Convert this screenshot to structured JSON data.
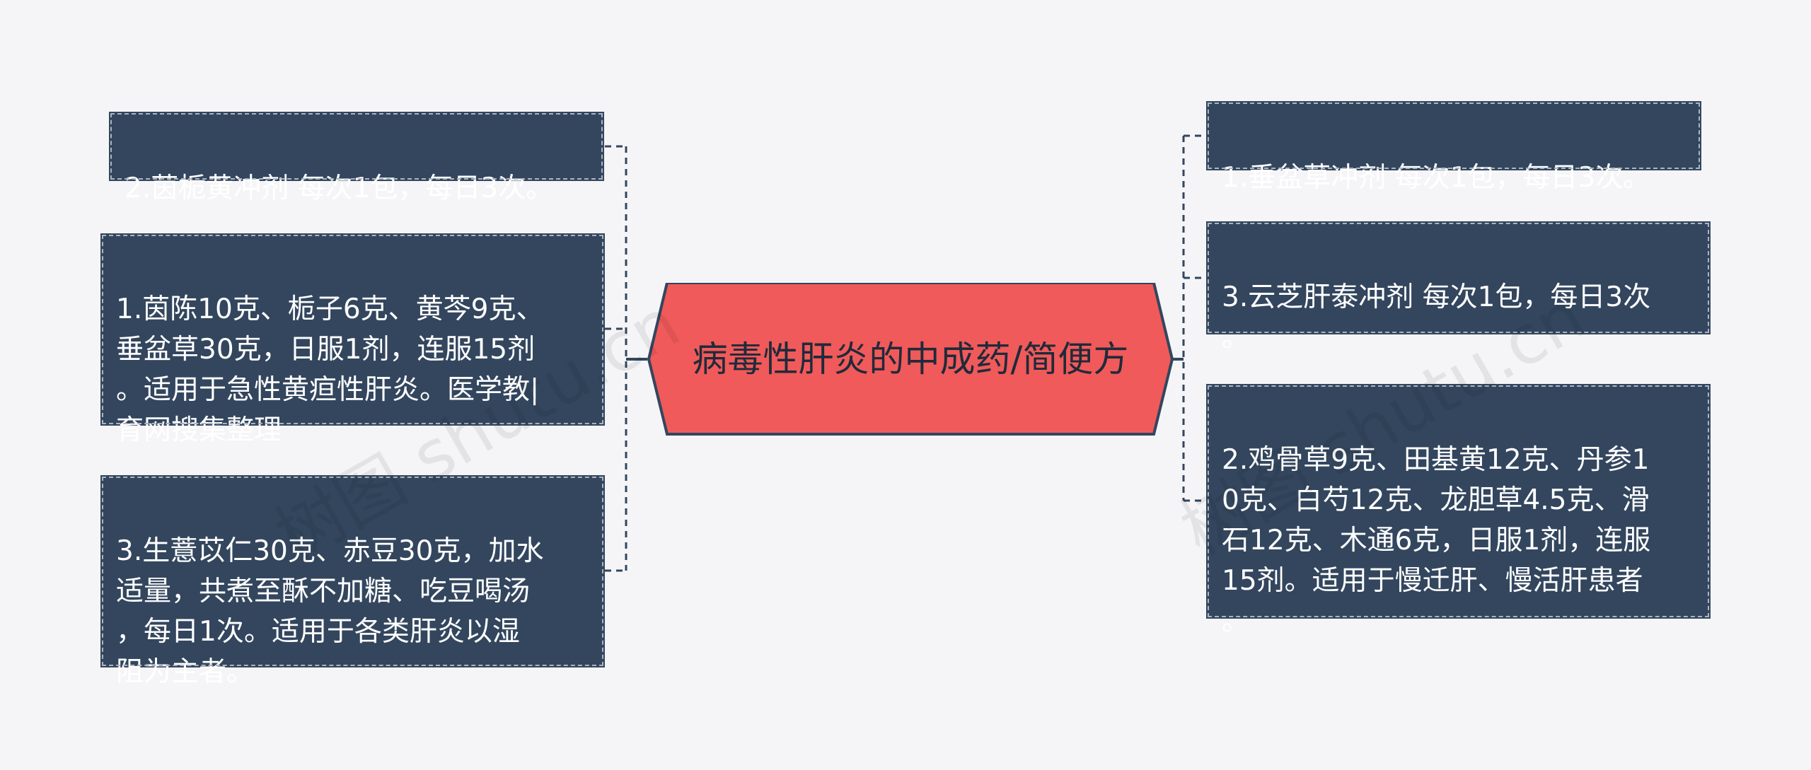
{
  "center": {
    "title": "病毒性肝炎的中成药/简便方"
  },
  "left_nodes": [
    {
      "id": "L1",
      "text": "2.茵栀黄冲剂 每次1包，每日3次。"
    },
    {
      "id": "L2",
      "text": "1.茵陈10克、栀子6克、黄芩9克、\n垂盆草30克，日服1剂，连服15剂\n。适用于急性黄疸性肝炎。医学教|\n育网搜集整理"
    },
    {
      "id": "L3",
      "text": "3.生薏苡仁30克、赤豆30克，加水\n适量，共煮至酥不加糖、吃豆喝汤\n，每日1次。适用于各类肝炎以湿\n阻为主者。"
    }
  ],
  "right_nodes": [
    {
      "id": "R1",
      "text": "1.垂盆草冲剂 每次1包，每日3次。"
    },
    {
      "id": "R2",
      "text": "3.云芝肝泰冲剂 每次1包，每日3次\n。"
    },
    {
      "id": "R3",
      "text": "2.鸡骨草9克、田基黄12克、丹参1\n0克、白芍12克、龙胆草4.5克、滑\n石12克、木通6克，日服1剂，连服\n15剂。适用于慢迁肝、慢活肝患者\n。"
    }
  ],
  "watermarks": [
    "树图 shutu.cn",
    "树图 shutu.cn"
  ],
  "colors": {
    "background": "#f5f5f7",
    "center_fill": "#f05a5a",
    "node_fill": "#33465e",
    "connector": "#33465e"
  }
}
